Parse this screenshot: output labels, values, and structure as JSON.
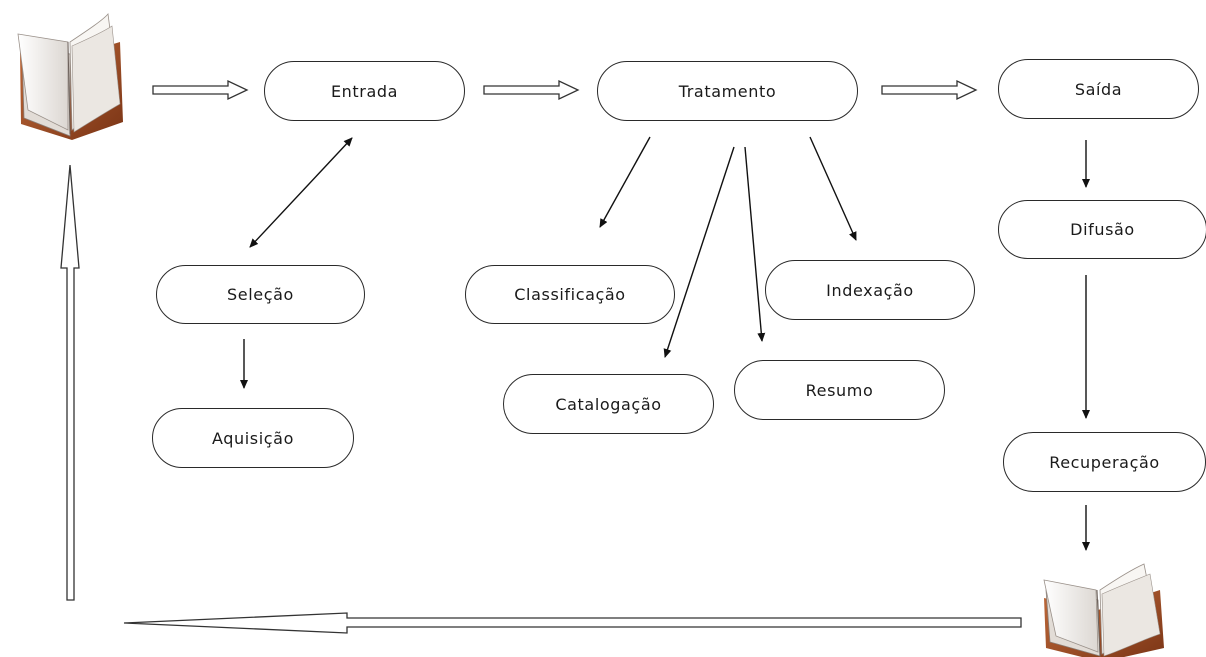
{
  "nodes": {
    "entrada": "Entrada",
    "tratamento": "Tratamento",
    "saida": "Saída",
    "selecao": "Seleção",
    "classificacao": "Classificação",
    "indexacao": "Indexação",
    "difusao": "Difusão",
    "aquisicao": "Aquisição",
    "catalogacao": "Catalogação",
    "resumo": "Resumo",
    "recuperacao": "Recuperação"
  },
  "icons": {
    "top_left": "open-book-icon",
    "bottom_right": "open-book-icon"
  },
  "colors": {
    "stroke": "#2a2a2a",
    "book_cover": "#a0522d",
    "book_page": "#f4f2ef"
  }
}
